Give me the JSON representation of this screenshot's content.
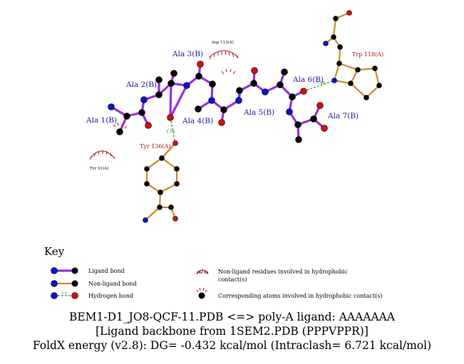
{
  "residues": {
    "ala1": "Ala 1(B)",
    "ala2": "Ala 2(B)",
    "ala3": "Ala 3(B)",
    "ala4": "Ala 4(B)",
    "ala5": "Ala 5(B)",
    "ala6": "Ala 6(B)",
    "ala7": "Ala 7(B)",
    "trp118": "Trp 118(A)",
    "tyr136": "Tyr 136(A)",
    "asp113": "Asp 113(A)",
    "tyr91": "Tyr 91(A)"
  },
  "hbond_distances": {
    "tyr136": "2.99",
    "trp118": "3.06"
  },
  "key": {
    "title": "Key",
    "ligand_bond": "Ligand bond",
    "nonligand_bond": "Non-ligand bond",
    "hydrogen_bond": "Hydrogen bond",
    "hbond_len": "3.0",
    "his_example": "His 53",
    "nonligand_residues_1": "Non-ligand residues involved in hydrophobic",
    "nonligand_residues_2": "contact(s)",
    "corresponding_atoms": "Corresponding atoms involved in hydrophobic contact(s)"
  },
  "caption": {
    "line1": "BEM1-D1_JO8-QCF-11.PDB <=> poly-A ligand: AAAAAAA",
    "line2": "[Ligand backbone from 1SEM2.PDB (PPPVPPR)]",
    "line3": "FoldX energy (v2.8): DG= -0.432 kcal/mol (Intraclash= 6.721 kcal/mol)"
  },
  "colors": {
    "ligand_bond": "#9b30e0",
    "nonligand_bond": "#cc8a2e",
    "hbond": "#2e8b2e",
    "nitrogen": "#0a14c8",
    "oxygen": "#d01010",
    "carbon": "#000000",
    "hydrophobic": "#b01818"
  }
}
